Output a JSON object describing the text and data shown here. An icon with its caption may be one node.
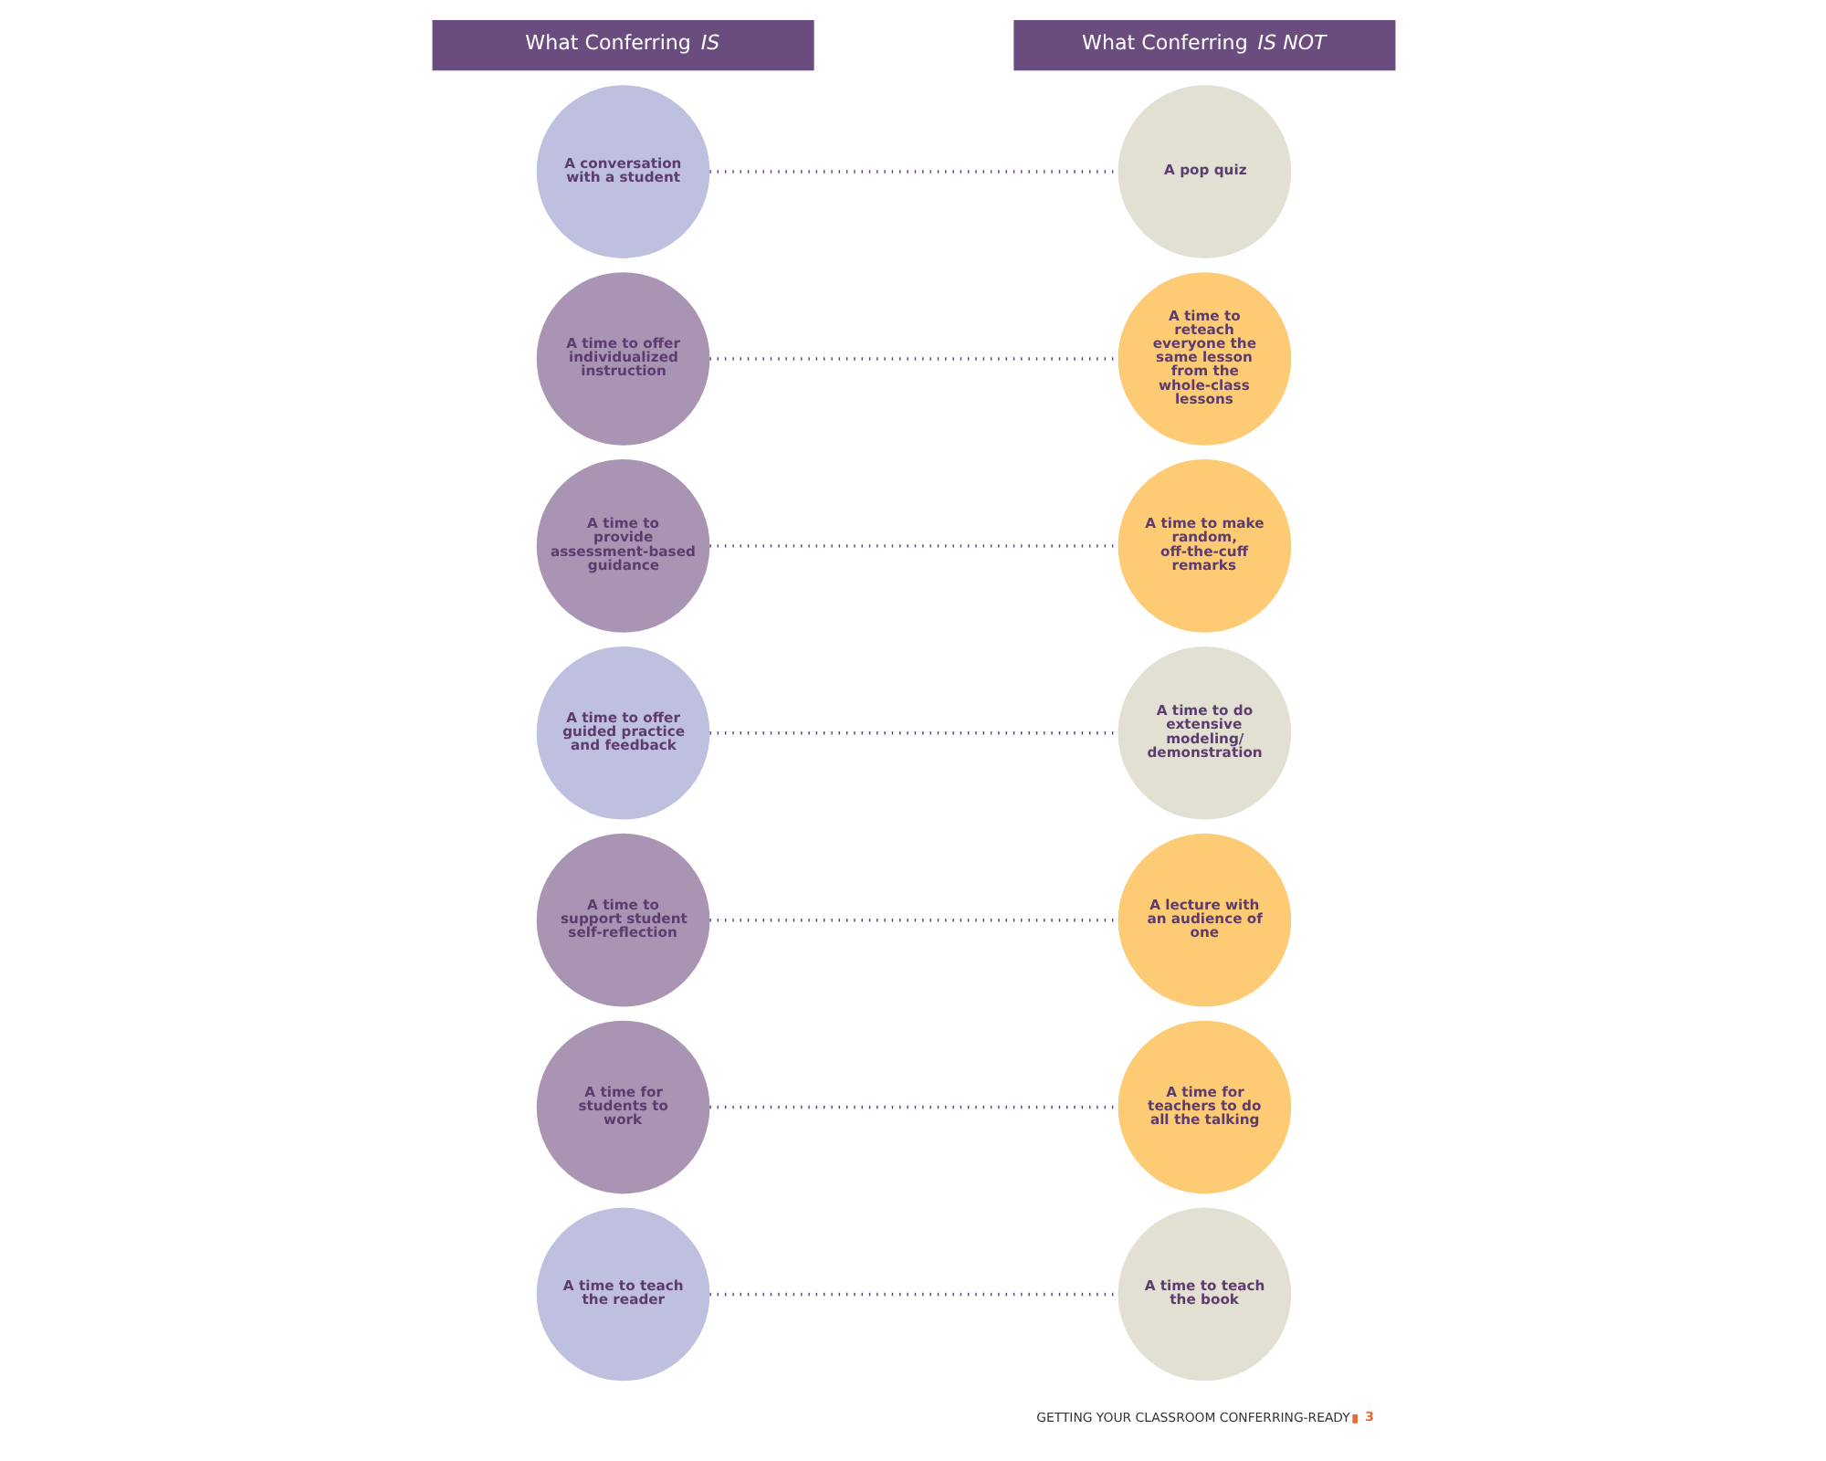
{
  "diagram": {
    "nodes": [
      {
        "text": [
          "What Conferring *IS*"
        ]
      },
      {
        "text": [
          "What Conferring *IS NOT*"
        ]
      },
      {
        "text": [
          "A conversation with a student"
        ]
      },
      {
        "text": [
          "A pop quiz"
        ]
      },
      {
        "text": [
          "A time to offer individualized instruction"
        ]
      },
      {
        "text": [
          "A time to reteach everyone the same lesson from the whole-class lessons"
        ]
      },
      {
        "text": [
          "A time to provide assessment-based guidance"
        ]
      },
      {
        "text": [
          "A time to make random, off-the-cuff remarks"
        ]
      },
      {
        "text": [
          "A time to offer guided practice and feedback"
        ]
      },
      {
        "text": [
          "A time to do extensive modeling/ demonstration"
        ]
      },
      {
        "text": [
          "A time to support student self-reflection"
        ]
      },
      {
        "text": [
          "A lecture with an audience of one"
        ]
      },
      {
        "text": [
          "A time for students to work"
        ]
      },
      {
        "text": [
          "A time for teachers to do all the talking"
        ]
      },
      {
        "text": [
          "A time to teach the reader"
        ]
      },
      {
        "text": [
          "A time to teach the book"
        ]
      }
    ],
    "edges": [
      {
        "from": 2,
        "to": 3,
        "arrow": "none"
      },
      {
        "from": 4,
        "to": 5,
        "arrow": "none"
      },
      {
        "from": 6,
        "to": 7,
        "arrow": "none"
      },
      {
        "from": 8,
        "to": 9,
        "arrow": "none"
      },
      {
        "from": 10,
        "to": 11,
        "arrow": "none"
      },
      {
        "from": 12,
        "to": 13,
        "arrow": "none"
      },
      {
        "from": 14,
        "to": 15,
        "arrow": "none"
      }
    ],
    "labels": [
      "GETTING YOUR CLASSROOM CONFERRING-READY",
      "3"
    ]
  }
}
